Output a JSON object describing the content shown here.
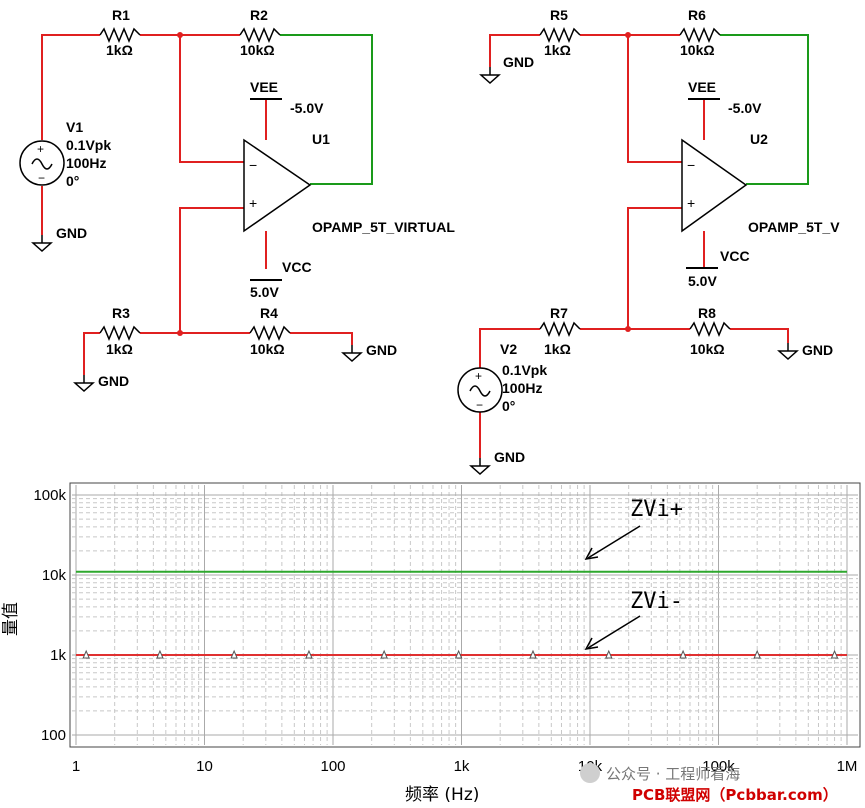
{
  "circuit_left": {
    "r1": {
      "name": "R1",
      "value": "1kΩ"
    },
    "r2": {
      "name": "R2",
      "value": "10kΩ"
    },
    "r3": {
      "name": "R3",
      "value": "1kΩ"
    },
    "r4": {
      "name": "R4",
      "value": "10kΩ"
    },
    "source": {
      "name": "V1",
      "amp": "0.1Vpk",
      "freq": "100Hz",
      "phase": "0°"
    },
    "opamp": {
      "name": "U1",
      "model": "OPAMP_5T_VIRTUAL"
    },
    "vee": {
      "name": "VEE",
      "value": "-5.0V"
    },
    "vcc": {
      "name": "VCC",
      "value": "5.0V"
    },
    "gnd": "GND"
  },
  "circuit_right": {
    "r5": {
      "name": "R5",
      "value": "1kΩ"
    },
    "r6": {
      "name": "R6",
      "value": "10kΩ"
    },
    "r7": {
      "name": "R7",
      "value": "1kΩ"
    },
    "r8": {
      "name": "R8",
      "value": "10kΩ"
    },
    "source": {
      "name": "V2",
      "amp": "0.1Vpk",
      "freq": "100Hz",
      "phase": "0°"
    },
    "opamp": {
      "name": "U2",
      "model": "OPAMP_5T_V"
    },
    "vee": {
      "name": "VEE",
      "value": "-5.0V"
    },
    "vcc": {
      "name": "VCC",
      "value": "5.0V"
    },
    "gnd": "GND"
  },
  "colors": {
    "wire_red": "#e02020",
    "wire_green": "#1a9a1a",
    "trace_green": "#2ea82e",
    "trace_red": "#e03030"
  },
  "chart_data": {
    "type": "line",
    "xscale": "log",
    "yscale": "log",
    "xlim": [
      1,
      1000000
    ],
    "ylim": [
      100,
      100000
    ],
    "x_ticks": [
      "1",
      "10",
      "100",
      "1k",
      "10k",
      "100k",
      "1M"
    ],
    "y_ticks": [
      "100k",
      "10k",
      "1k",
      "100"
    ],
    "xlabel": "频率 (Hz)",
    "ylabel": "量值",
    "grid": true,
    "series": [
      {
        "name": "ZVi+",
        "color": "#2ea82e",
        "x": [
          1,
          1000000
        ],
        "y": [
          11000,
          11000
        ]
      },
      {
        "name": "ZVi-",
        "color": "#e03030",
        "x": [
          1,
          1000000
        ],
        "y": [
          1000,
          1000
        ]
      }
    ],
    "markers_x": [
      1.2,
      4.5,
      17,
      65,
      250,
      950,
      3600,
      14000,
      53000,
      200000,
      800000
    ],
    "markers_y": 1000
  },
  "watermark": {
    "text1": "公众号 · 工程师看海",
    "text2": "PCB联盟网（Pcbbar.com）"
  }
}
